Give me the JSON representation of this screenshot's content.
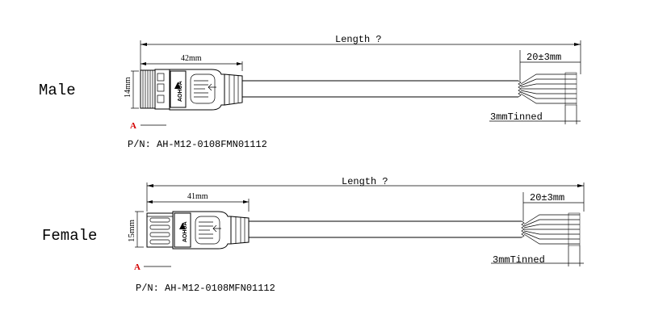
{
  "colors": {
    "ink": "#000000",
    "marker": "#d40000",
    "background": "#ffffff"
  },
  "male": {
    "label": "Male",
    "length_label": "Length ?",
    "connector_length": "42mm",
    "diameter": "14mm",
    "strip_length": "20±3mm",
    "tinned": "3mmTinned",
    "marker": "A",
    "part_number": "P/N: AH-M12-0108FMN01112",
    "brand": "AOHUA",
    "icon": "brand-logo-icon"
  },
  "female": {
    "label": "Female",
    "length_label": "Length ?",
    "connector_length": "41mm",
    "diameter": "15mm",
    "strip_length": "20±3mm",
    "tinned": "3mmTinned",
    "marker": "A",
    "part_number": "P/N: AH-M12-0108MFN01112",
    "brand": "AOHUA",
    "icon": "brand-logo-icon"
  }
}
